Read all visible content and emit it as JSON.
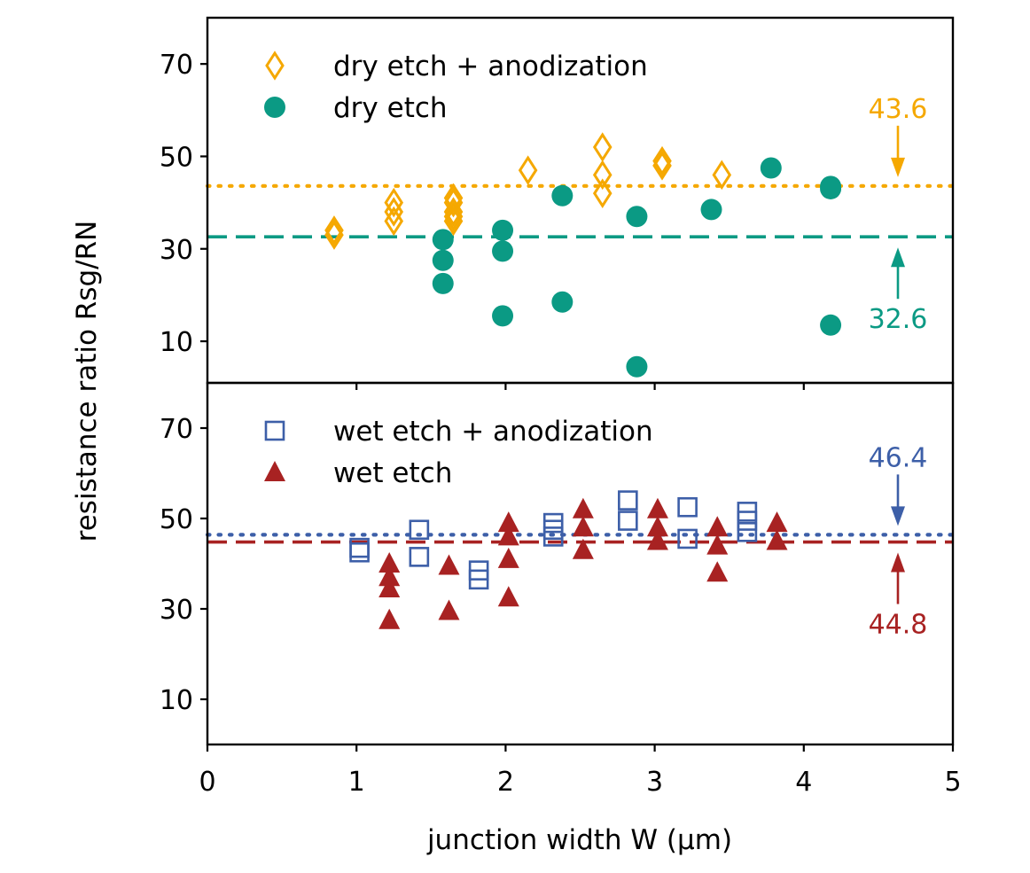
{
  "chart_data": {
    "type": "scatter",
    "xlabel": "junction width W (µm)",
    "ylabel": "resistance ratio Rsg/RN",
    "xlim": [
      0,
      5
    ],
    "x_ticks": [
      "0",
      "1",
      "2",
      "3",
      "4",
      "5"
    ],
    "panels": [
      {
        "ylim": [
          1,
          80
        ],
        "y_ticks": [
          "10",
          "30",
          "50",
          "70"
        ],
        "legend_position": "top-left",
        "series": [
          {
            "name": "dry etch + anodization",
            "marker": "diamond-open",
            "color": "#f5a800",
            "points": [
              [
                0.85,
                33
              ],
              [
                0.85,
                34
              ],
              [
                1.25,
                36
              ],
              [
                1.25,
                38
              ],
              [
                1.25,
                40
              ],
              [
                1.65,
                36
              ],
              [
                1.65,
                37
              ],
              [
                1.65,
                38
              ],
              [
                1.65,
                40
              ],
              [
                1.65,
                41
              ],
              [
                2.15,
                47
              ],
              [
                2.65,
                42
              ],
              [
                2.65,
                46
              ],
              [
                2.65,
                52
              ],
              [
                3.05,
                48
              ],
              [
                3.05,
                49
              ],
              [
                3.45,
                46
              ]
            ]
          },
          {
            "name": "dry etch",
            "marker": "circle-filled",
            "color": "#0b9a84",
            "points": [
              [
                1.58,
                32
              ],
              [
                1.58,
                27.5
              ],
              [
                1.58,
                22.5
              ],
              [
                1.98,
                34
              ],
              [
                1.98,
                29.5
              ],
              [
                1.98,
                15.5
              ],
              [
                2.38,
                41.5
              ],
              [
                2.38,
                18.5
              ],
              [
                2.88,
                37
              ],
              [
                2.88,
                4.5
              ],
              [
                3.38,
                38.5
              ],
              [
                3.78,
                47.5
              ],
              [
                4.18,
                43.5
              ],
              [
                4.18,
                43
              ],
              [
                4.18,
                13.5
              ]
            ]
          }
        ],
        "reference_lines": [
          {
            "value": 43.6,
            "label": "43.6",
            "style": "dotted",
            "color": "#f5a800"
          },
          {
            "value": 32.6,
            "label": "32.6",
            "style": "dashed",
            "color": "#0b9a84"
          }
        ]
      },
      {
        "ylim": [
          0,
          80
        ],
        "y_ticks": [
          "10",
          "30",
          "50",
          "70"
        ],
        "legend_position": "top-left",
        "series": [
          {
            "name": "wet etch + anodization",
            "marker": "square-open",
            "color": "#3d5fa8",
            "points": [
              [
                1.02,
                42.5
              ],
              [
                1.02,
                43.5
              ],
              [
                1.42,
                41.5
              ],
              [
                1.42,
                47.5
              ],
              [
                1.82,
                36.5
              ],
              [
                1.82,
                38.5
              ],
              [
                2.32,
                46
              ],
              [
                2.32,
                47.5
              ],
              [
                2.32,
                49
              ],
              [
                2.82,
                49.5
              ],
              [
                2.82,
                54
              ],
              [
                3.22,
                45.5
              ],
              [
                3.22,
                52.5
              ],
              [
                3.62,
                47
              ],
              [
                3.62,
                49.5
              ],
              [
                3.62,
                51.5
              ]
            ]
          },
          {
            "name": "wet etch",
            "marker": "triangle-filled",
            "color": "#a82222",
            "points": [
              [
                1.22,
                27.5
              ],
              [
                1.22,
                34.5
              ],
              [
                1.22,
                37
              ],
              [
                1.22,
                40
              ],
              [
                1.62,
                29.5
              ],
              [
                1.62,
                39.5
              ],
              [
                2.02,
                32.5
              ],
              [
                2.02,
                41
              ],
              [
                2.02,
                46
              ],
              [
                2.02,
                49
              ],
              [
                2.52,
                43
              ],
              [
                2.52,
                48
              ],
              [
                2.52,
                52
              ],
              [
                3.02,
                45
              ],
              [
                3.02,
                48
              ],
              [
                3.02,
                52
              ],
              [
                3.42,
                38
              ],
              [
                3.42,
                44
              ],
              [
                3.42,
                48
              ],
              [
                3.82,
                45
              ],
              [
                3.82,
                49
              ]
            ]
          }
        ],
        "reference_lines": [
          {
            "value": 46.4,
            "label": "46.4",
            "style": "dotted",
            "color": "#3d5fa8"
          },
          {
            "value": 44.8,
            "label": "44.8",
            "style": "dashed",
            "color": "#a82222"
          }
        ]
      }
    ]
  }
}
